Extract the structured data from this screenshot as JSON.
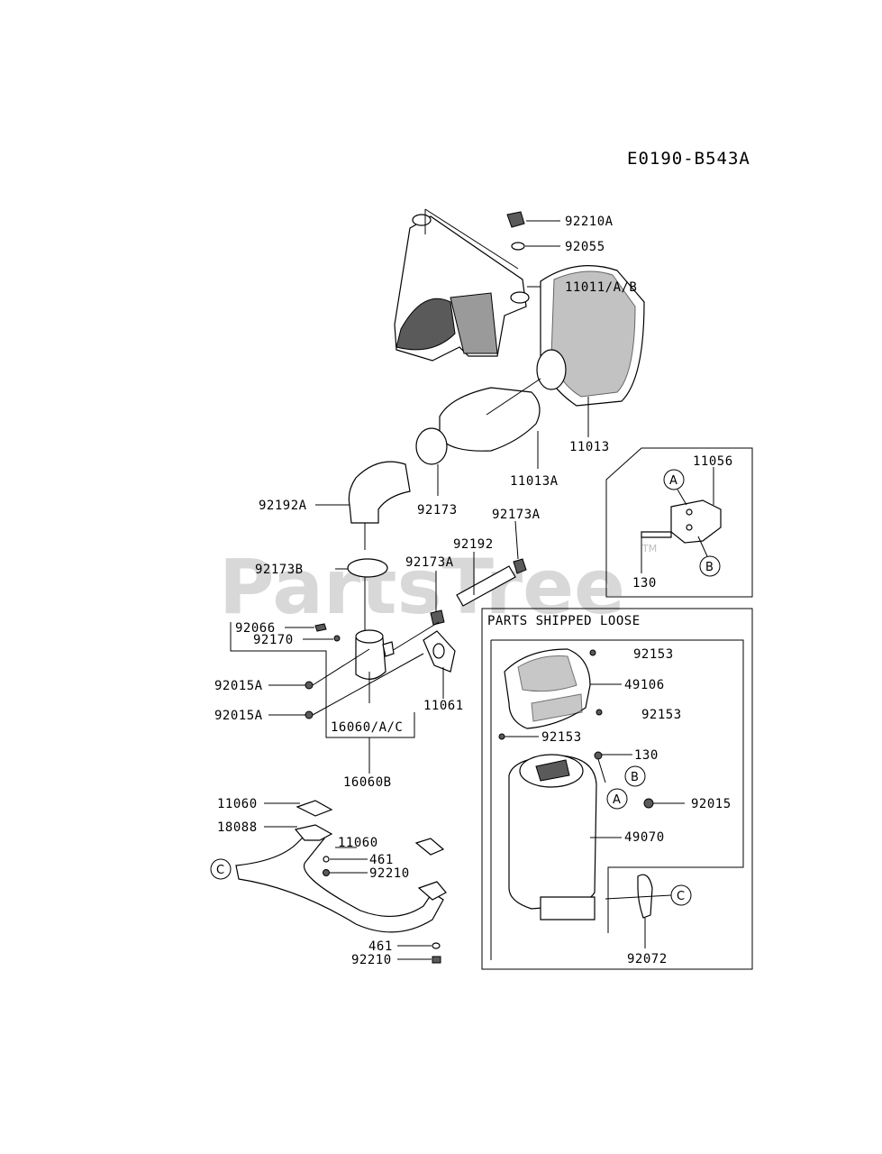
{
  "diagram_code": "E0190-B543A",
  "watermark": "PartsTree",
  "watermark_tm": "TM",
  "loose_box_title": "PARTS SHIPPED LOOSE",
  "parts": {
    "p92210A": "92210A",
    "p92055": "92055",
    "p11011": "11011/A/B",
    "p11013": "11013",
    "p11013A": "11013A",
    "p92173": "92173",
    "p92192A": "92192A",
    "p92173A_top": "92173A",
    "p92192": "92192",
    "p92173B": "92173B",
    "p92173A_mid": "92173A",
    "p92066": "92066",
    "p92170": "92170",
    "p92015A_1": "92015A",
    "p92015A_2": "92015A",
    "p11061": "11061",
    "p16060": "16060/A/C",
    "p16060B": "16060B",
    "p11060_1": "11060",
    "p18088": "18088",
    "p11060_2": "11060",
    "p461_1": "461",
    "p92210_1": "92210",
    "p461_2": "461",
    "p92210_2": "92210",
    "p11056": "11056",
    "p130_inset": "130",
    "p92153_1": "92153",
    "p49106": "49106",
    "p92153_2": "92153",
    "p92153_3": "92153",
    "p130_loose": "130",
    "p92015": "92015",
    "p49070": "49070",
    "p92072": "92072"
  },
  "callouts": {
    "A": "A",
    "B": "B",
    "C": "C"
  }
}
